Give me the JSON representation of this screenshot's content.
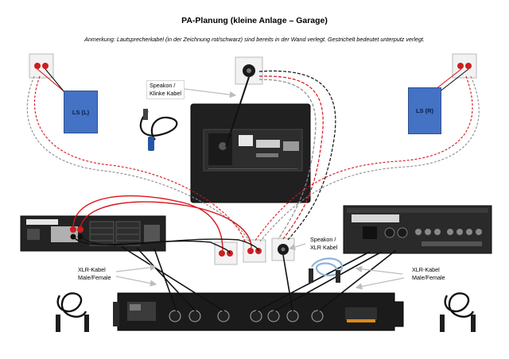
{
  "title": "PA-Planung (kleine Anlage – Garage)",
  "note": "Anmerkung: Lautsprecherkabel (in der Zeichnung rot/schwarz) sind bereits in der Wand verlegt. Gestrichelt bedeutet unterputz verlegt.",
  "speakers": {
    "left": "LS (L)",
    "right": "LS (R)"
  },
  "labels": {
    "speakon_top_1": "Speakon /",
    "speakon_top_2": "Klinke Kabel",
    "speakon_mid_1": "Speakon /",
    "speakon_mid_2": "XLR Kabel",
    "xlr_left_1": "XLR-Kabel",
    "xlr_left_2": "Male/Female",
    "xlr_right_1": "XLR-Kabel",
    "xlr_right_2": "Male/Female"
  },
  "colors": {
    "speaker_box": "#4472c4",
    "cable_red": "#d9141b",
    "cable_black": "#111111",
    "cable_grey_dashed": "#8c8c8c",
    "arrow_grey": "#bdbdbd",
    "device_dark": "#1e1e1e"
  },
  "icons": [
    "wall-socket-icon",
    "speakon-socket-icon",
    "subwoofer-icon",
    "amplifier-icon",
    "mixer-icon",
    "crossover-icon",
    "xlr-cable-icon",
    "speakon-cable-icon"
  ]
}
